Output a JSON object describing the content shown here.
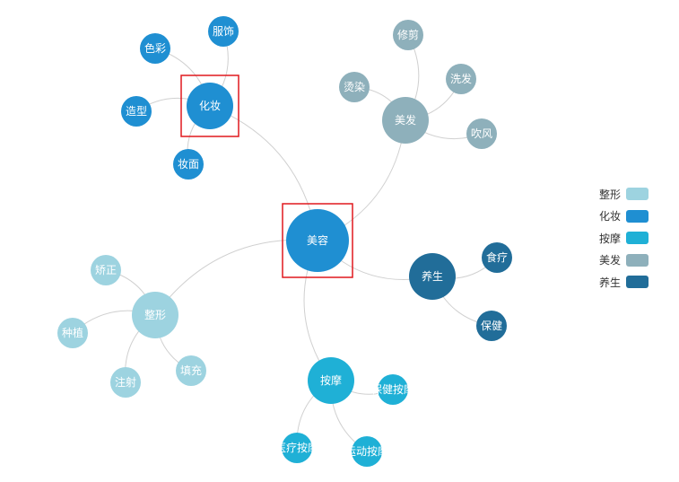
{
  "legend": [
    {
      "name": "整形",
      "color": "#9dd3e0"
    },
    {
      "name": "化妆",
      "color": "#1f8fd2"
    },
    {
      "name": "按摩",
      "color": "#1fb0d6"
    },
    {
      "name": "美发",
      "color": "#8eb0bb"
    },
    {
      "name": "养生",
      "color": "#216d99"
    }
  ],
  "root": {
    "name": "美容",
    "color": "#1f8fd2"
  },
  "groups": [
    {
      "name": "化妆",
      "color": "#1f8fd2",
      "children": [
        "服饰",
        "色彩",
        "造型",
        "妆面"
      ]
    },
    {
      "name": "美发",
      "color": "#8eb0bb",
      "children": [
        "修剪",
        "烫染",
        "洗发",
        "吹风"
      ]
    },
    {
      "name": "养生",
      "color": "#216d99",
      "children": [
        "食疗",
        "保健"
      ]
    },
    {
      "name": "按摩",
      "color": "#1fb0d6",
      "children": [
        "保健按摩",
        "运动按摩",
        "医疗按摩"
      ]
    },
    {
      "name": "整形",
      "color": "#9dd3e0",
      "children": [
        "矫正",
        "种植",
        "注射",
        "填充"
      ]
    }
  ],
  "highlighted": [
    "美容",
    "化妆"
  ]
}
